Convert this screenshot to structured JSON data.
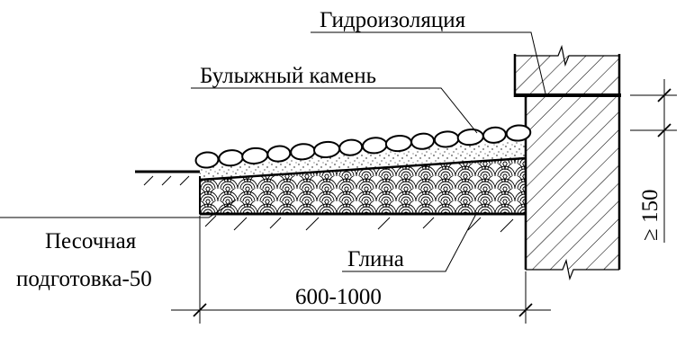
{
  "labels": {
    "waterproofing": "Гидроизоляция",
    "cobblestone": "Булыжный камень",
    "sand_bed_line1": "Песочная",
    "sand_bed_line2": "подготовка-50",
    "clay": "Глина",
    "width_dim": "600-1000",
    "height_dim": "≥ 150"
  }
}
